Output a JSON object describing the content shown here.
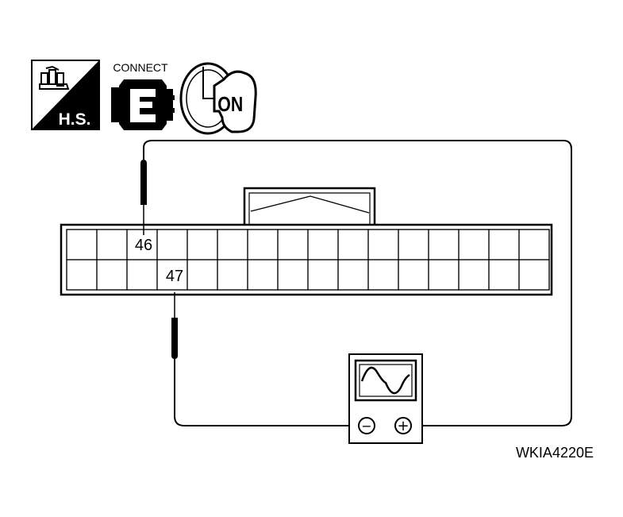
{
  "icons": {
    "hs": {
      "name": "hand-tester-icon",
      "label": "H.S."
    },
    "connect": {
      "name": "connector-icon",
      "label": "CONNECT"
    },
    "ignition": {
      "name": "ignition-key-icon",
      "label": "ON"
    }
  },
  "connector": {
    "rows": 2,
    "columns": 16,
    "pins": [
      {
        "label": "46",
        "row": 1,
        "column": 3
      },
      {
        "label": "47",
        "row": 2,
        "column": 4
      }
    ]
  },
  "oscilloscope": {
    "name": "oscilloscope",
    "negative": "−",
    "positive": "+"
  },
  "figure_id": "WKIA4220E"
}
